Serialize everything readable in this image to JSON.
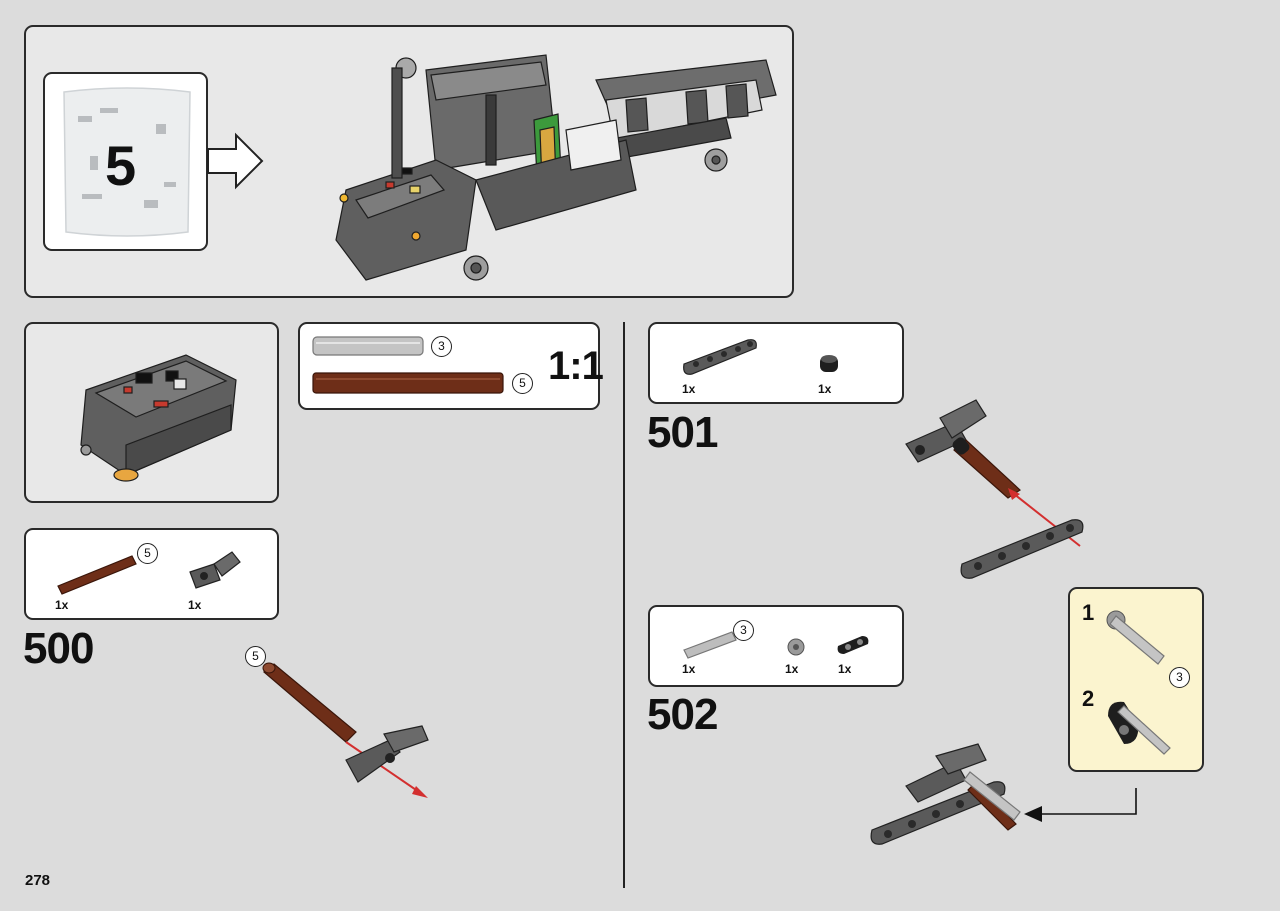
{
  "page": {
    "number": "278"
  },
  "header": {
    "bag_number": "5"
  },
  "ruler": {
    "scale_label": "1:1",
    "items": [
      {
        "length": "3",
        "color": "#bdbdbd"
      },
      {
        "length": "5",
        "color": "#6e2e18"
      }
    ]
  },
  "steps": [
    {
      "number": "500",
      "parts": [
        {
          "qty": "1x",
          "part": "axle",
          "length": "5",
          "color": "#6e2e18"
        },
        {
          "qty": "1x",
          "part": "angle-connector",
          "color": "#5a5a5a"
        }
      ],
      "callout_length": "5"
    },
    {
      "number": "501",
      "parts": [
        {
          "qty": "1x",
          "part": "liftarm-5",
          "color": "#5a5a5a"
        },
        {
          "qty": "1x",
          "part": "bush",
          "color": "#1a1a1a"
        }
      ]
    },
    {
      "number": "502",
      "parts": [
        {
          "qty": "1x",
          "part": "axle",
          "length": "3",
          "color": "#bdbdbd"
        },
        {
          "qty": "1x",
          "part": "bush-half",
          "color": "#9a9a9a"
        },
        {
          "qty": "1x",
          "part": "cross-block",
          "color": "#1a1a1a"
        }
      ],
      "sub_assembly": {
        "steps": [
          {
            "number": "1",
            "length": "3"
          },
          {
            "number": "2"
          }
        ]
      }
    }
  ],
  "colors": {
    "background": "#dcdcdc",
    "panel": "#e8e8e8",
    "callout": "#fbf4cf",
    "arrow": "#d32f2f",
    "dark_grey": "#5a5a5a",
    "reddish_brown": "#6e2e18"
  }
}
